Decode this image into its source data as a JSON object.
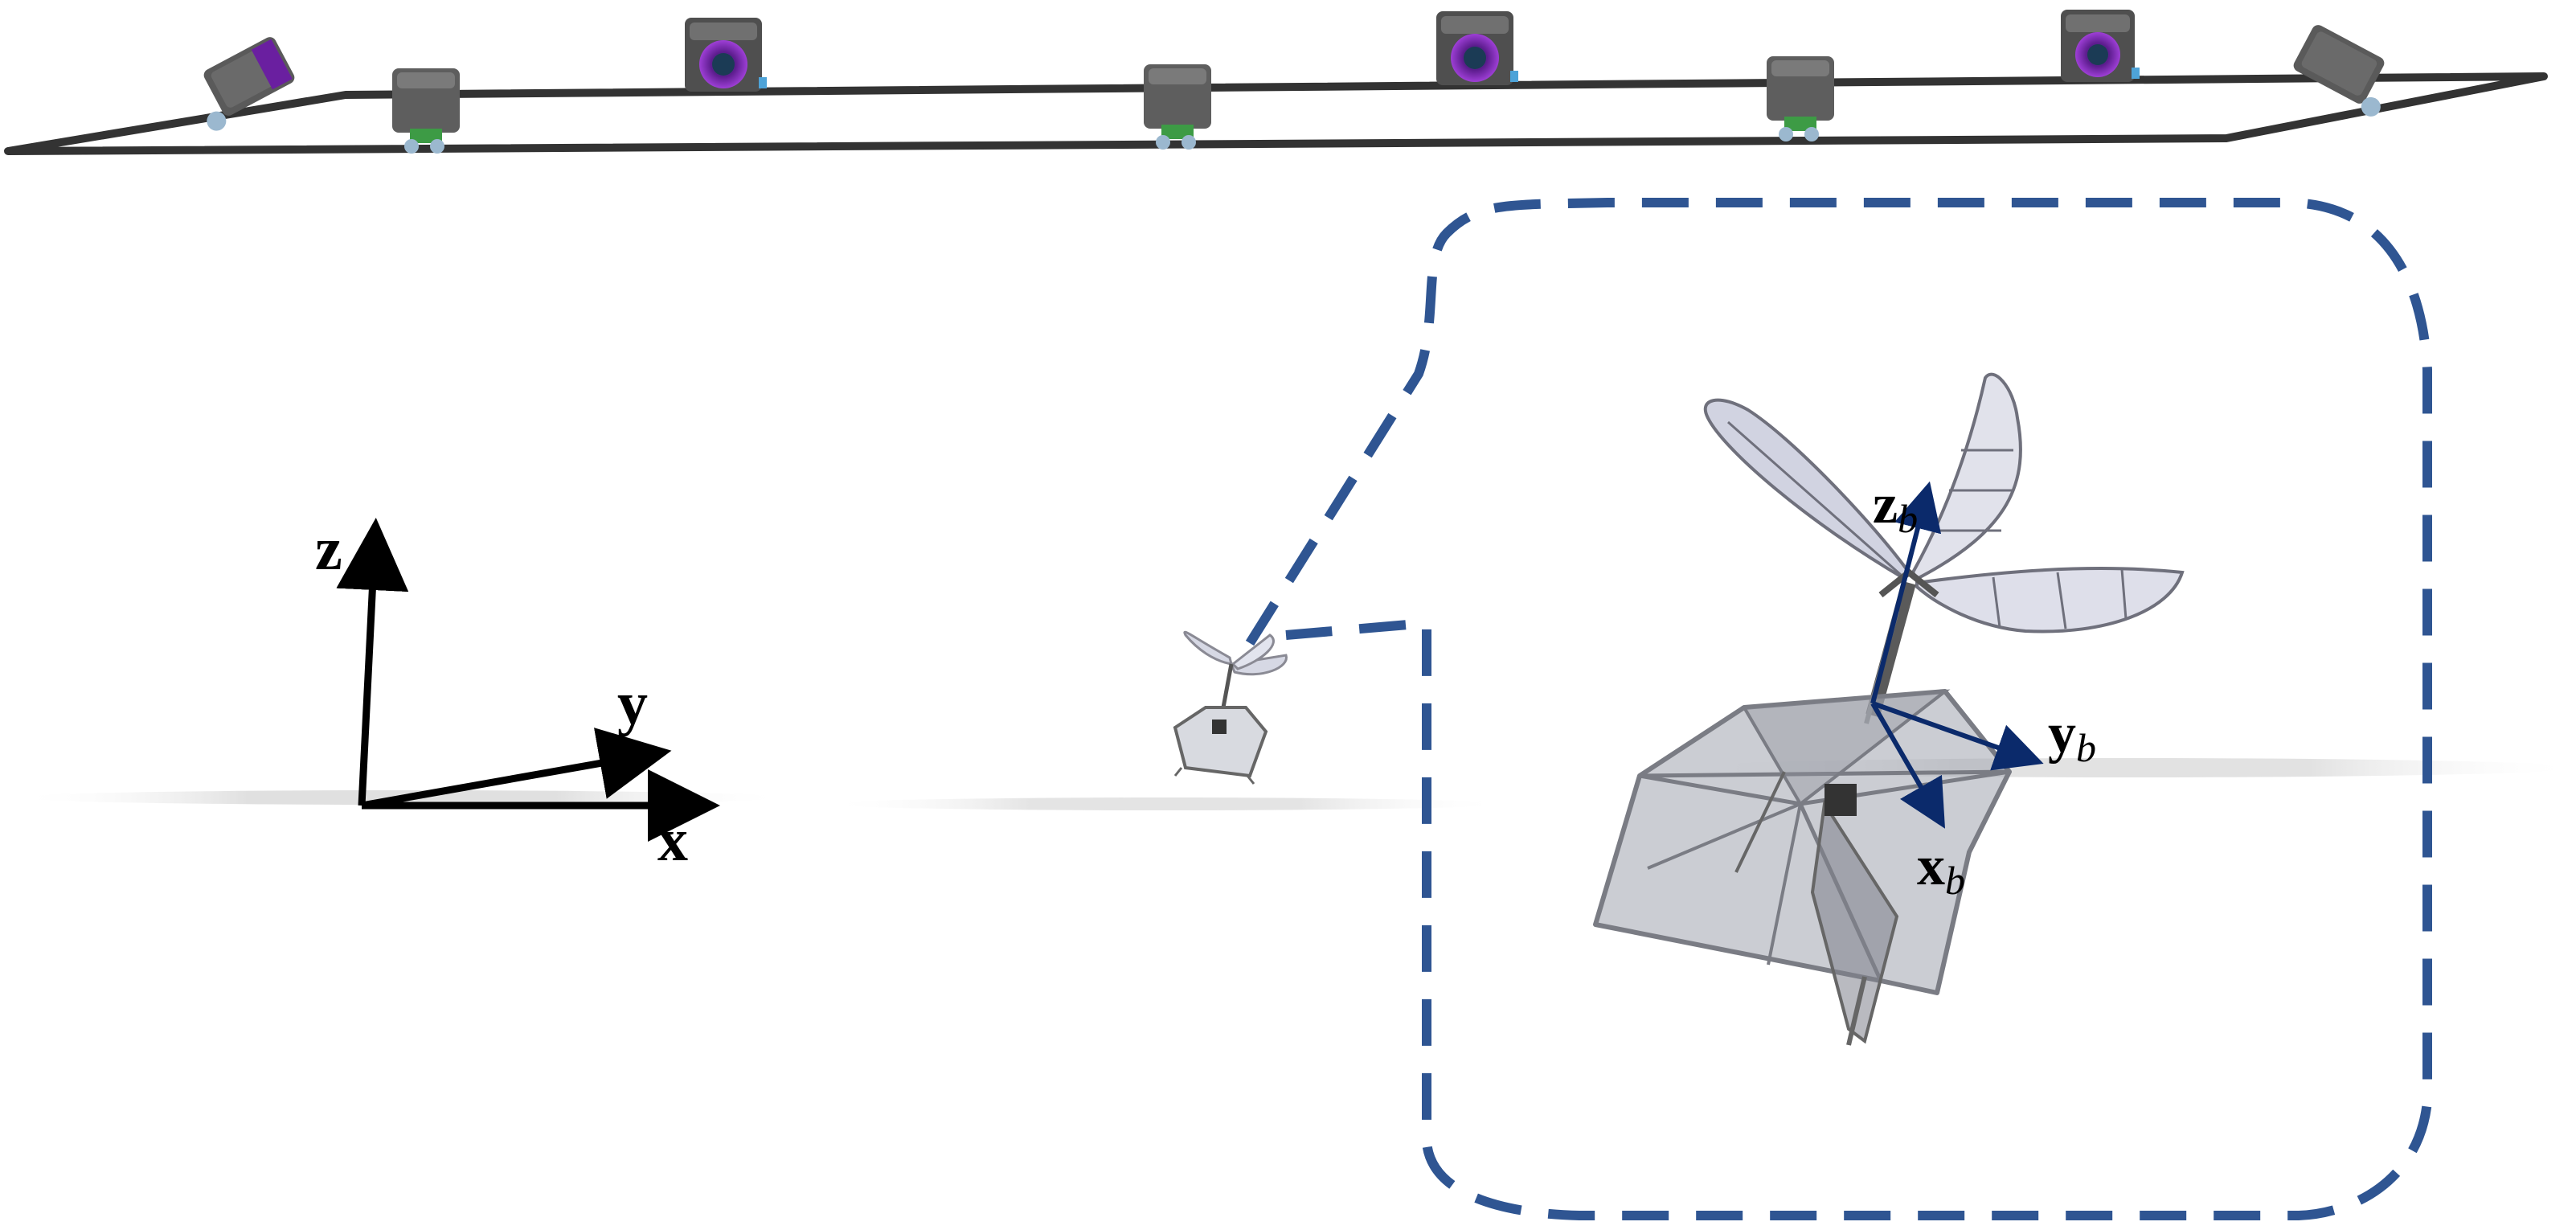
{
  "colors": {
    "background": "#ffffff",
    "rig_frame": "#333333",
    "camera_body": "#5a5a5a",
    "camera_lens": "#6a1fa0",
    "callout_dashed": "#2f5592",
    "world_axes": "#000000",
    "body_axes": "#0b2a6b",
    "wing_membrane": "#c9cbdc",
    "cage_fill": "#a9acb6",
    "ground_shadow": "#d0d0d0"
  },
  "world_frame": {
    "x_label": "x",
    "y_label": "y",
    "z_label": "z"
  },
  "body_frame": {
    "x_label": "x",
    "y_label": "y",
    "z_label": "z",
    "subscript": "b"
  },
  "camera_count": 8,
  "icons": [
    "motion-capture-camera-icon",
    "flapping-wing-robot-icon"
  ]
}
